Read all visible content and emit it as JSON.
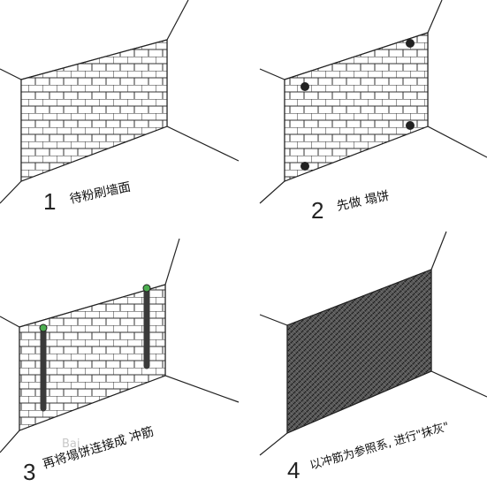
{
  "panels": [
    {
      "number": "1",
      "caption": "待粉刷墙面"
    },
    {
      "number": "2",
      "caption": "先做  塌饼"
    },
    {
      "number": "3",
      "caption": "再将塌饼连接成  冲筋"
    },
    {
      "number": "4",
      "caption": "以冲筋为参照系, 进行\"抹灰\""
    }
  ],
  "watermark": "Bai",
  "colors": {
    "line": "#222222",
    "brick": "#333333",
    "dot": "#222222",
    "rib": "#3a3a3a",
    "rib_cap": "#4caf50"
  }
}
